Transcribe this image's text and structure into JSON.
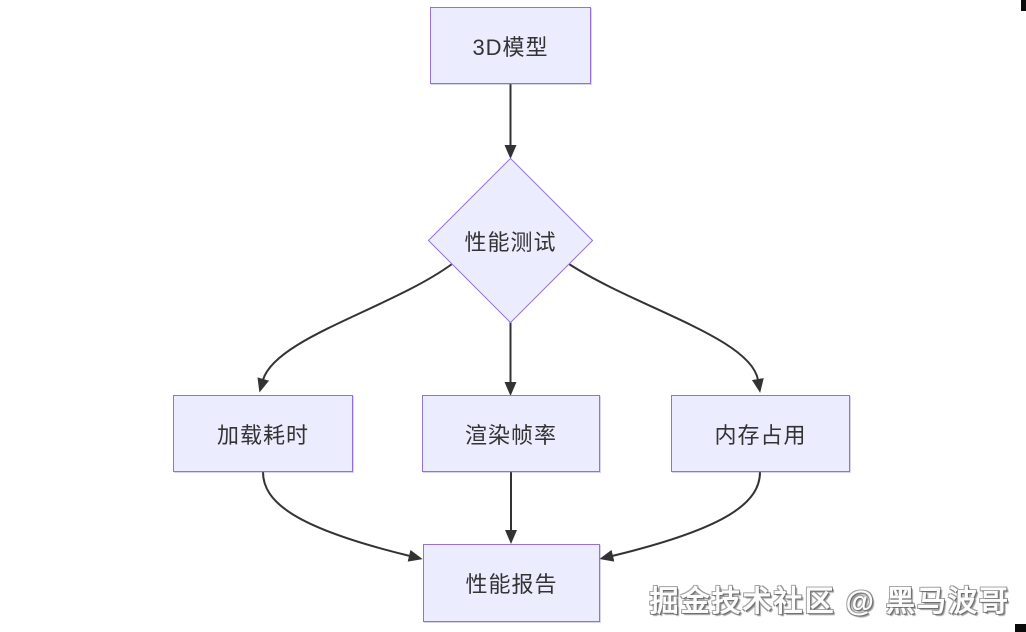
{
  "diagram": {
    "type": "flowchart",
    "direction": "top-down",
    "nodes": {
      "model": {
        "id": "model",
        "shape": "rect",
        "label": "3D模型"
      },
      "test": {
        "id": "test",
        "shape": "diamond",
        "label": "性能测试"
      },
      "load": {
        "id": "load",
        "shape": "rect",
        "label": "加载耗时"
      },
      "fps": {
        "id": "fps",
        "shape": "rect",
        "label": "渲染帧率"
      },
      "memory": {
        "id": "memory",
        "shape": "rect",
        "label": "内存占用"
      },
      "report": {
        "id": "report",
        "shape": "rect",
        "label": "性能报告"
      }
    },
    "edges": [
      {
        "from": "model",
        "to": "test"
      },
      {
        "from": "test",
        "to": "load"
      },
      {
        "from": "test",
        "to": "fps"
      },
      {
        "from": "test",
        "to": "memory"
      },
      {
        "from": "load",
        "to": "report"
      },
      {
        "from": "fps",
        "to": "report"
      },
      {
        "from": "memory",
        "to": "report"
      }
    ],
    "colors": {
      "node_fill": "#ECECFF",
      "node_border": "#9370DB",
      "node_text": "#333333",
      "edge": "#333333"
    }
  },
  "watermark": {
    "text": "掘金技术社区 @ 黑马波哥"
  }
}
